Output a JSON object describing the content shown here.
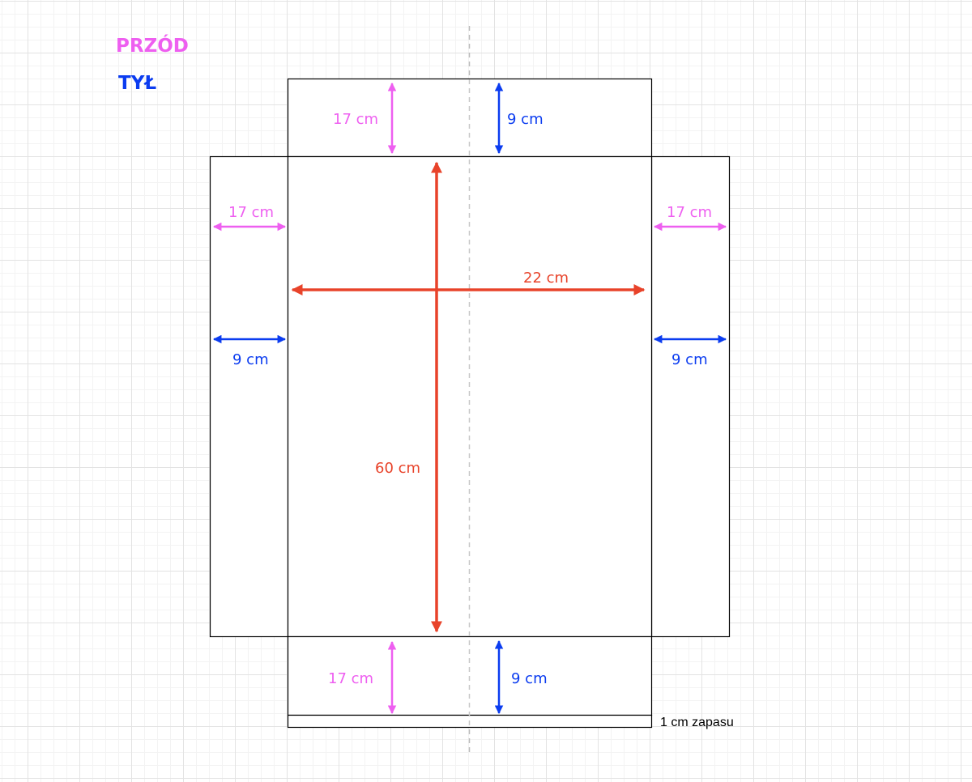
{
  "legend": {
    "front": {
      "label": "PRZÓD",
      "color": "#ee5ff0"
    },
    "back": {
      "label": "TYŁ",
      "color": "#0b3cf0"
    }
  },
  "colors": {
    "front": "#ee5ff0",
    "back": "#0b3cf0",
    "main": "#e8432a",
    "outline": "#000000",
    "fold": "#bbbbbb"
  },
  "measurements": {
    "top_front": "17 cm",
    "top_back": "9 cm",
    "left_front": "17 cm",
    "left_back": "9 cm",
    "right_front": "17 cm",
    "right_back": "9 cm",
    "width": "22 cm",
    "length": "60 cm",
    "bottom_front": "17 cm",
    "bottom_back": "9 cm",
    "seam_allowance": "1 cm zapasu"
  }
}
